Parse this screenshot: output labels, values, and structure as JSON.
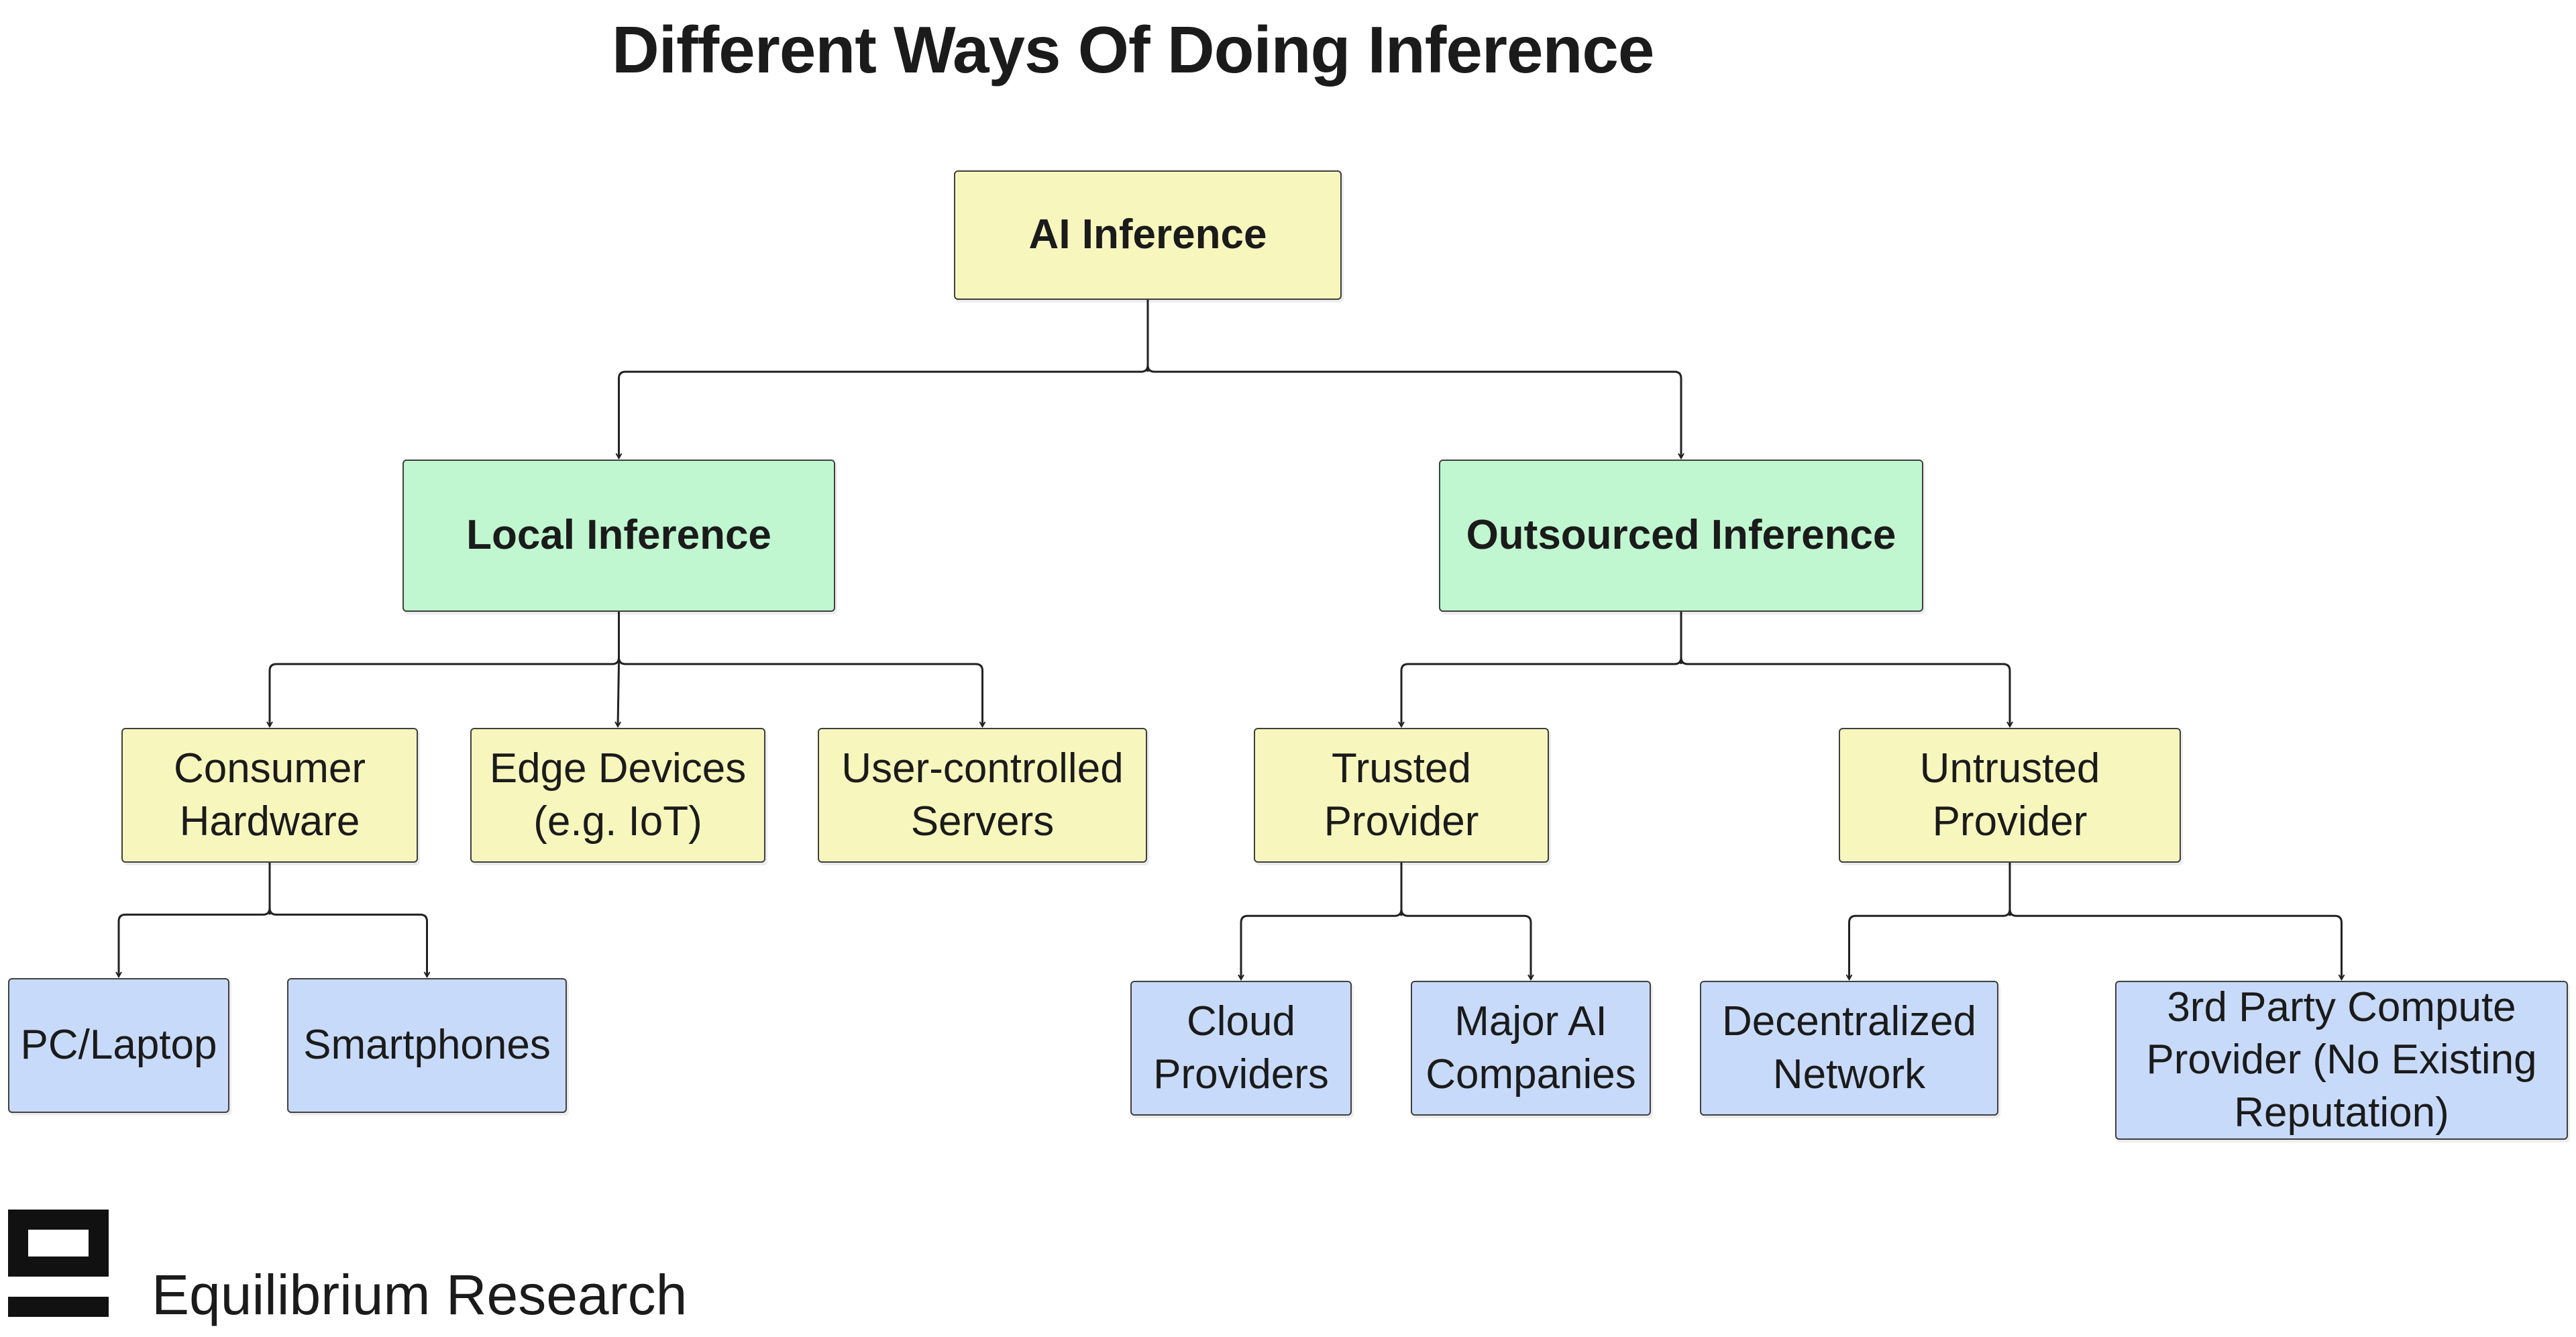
{
  "title": "Different Ways Of Doing Inference",
  "brand": "Equilibrium Research",
  "colors": {
    "root": "#f7f6bd",
    "branch": "#c0f7d0",
    "category": "#f7f6bd",
    "leaf": "#c8daf9",
    "line": "#222222"
  },
  "nodes": {
    "root": {
      "lines": [
        "AI Inference"
      ]
    },
    "local": {
      "lines": [
        "Local Inference"
      ]
    },
    "outsourced": {
      "lines": [
        "Outsourced Inference"
      ]
    },
    "consumer": {
      "lines": [
        "Consumer",
        "Hardware"
      ]
    },
    "edge": {
      "lines": [
        "Edge Devices",
        "(e.g. IoT)"
      ]
    },
    "usercontrolled": {
      "lines": [
        "User-controlled",
        "Servers"
      ]
    },
    "trusted": {
      "lines": [
        "Trusted",
        "Provider"
      ]
    },
    "untrusted": {
      "lines": [
        "Untrusted",
        "Provider"
      ]
    },
    "pc": {
      "lines": [
        "PC/Laptop"
      ]
    },
    "smartphones": {
      "lines": [
        "Smartphones"
      ]
    },
    "cloud": {
      "lines": [
        "Cloud",
        "Providers"
      ]
    },
    "majorai": {
      "lines": [
        "Major AI",
        "Companies"
      ]
    },
    "decentralized": {
      "lines": [
        "Decentralized",
        "Network"
      ]
    },
    "thirdparty": {
      "lines": [
        "3rd Party Compute",
        "Provider (No Existing",
        "Reputation)"
      ]
    }
  },
  "edges": [
    [
      "root",
      "local"
    ],
    [
      "root",
      "outsourced"
    ],
    [
      "local",
      "consumer"
    ],
    [
      "local",
      "edge"
    ],
    [
      "local",
      "usercontrolled"
    ],
    [
      "outsourced",
      "trusted"
    ],
    [
      "outsourced",
      "untrusted"
    ],
    [
      "consumer",
      "pc"
    ],
    [
      "consumer",
      "smartphones"
    ],
    [
      "trusted",
      "cloud"
    ],
    [
      "trusted",
      "majorai"
    ],
    [
      "untrusted",
      "decentralized"
    ],
    [
      "untrusted",
      "thirdparty"
    ]
  ]
}
